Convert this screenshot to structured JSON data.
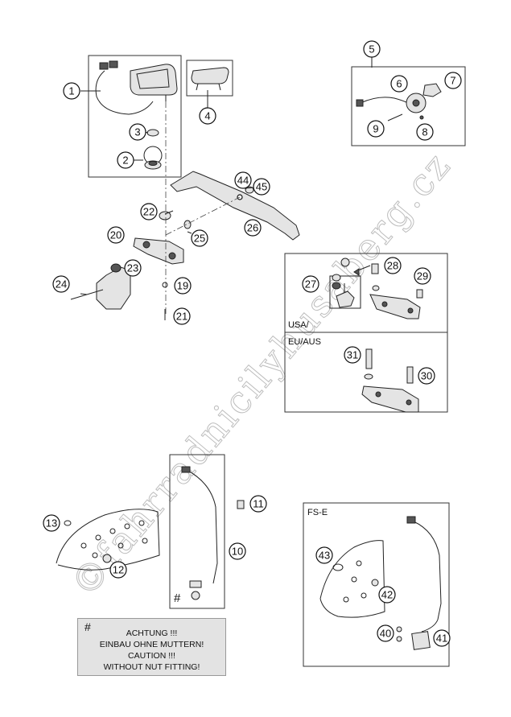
{
  "callouts": [
    "1",
    "2",
    "3",
    "4",
    "5",
    "6",
    "7",
    "8",
    "9",
    "10",
    "11",
    "12",
    "13",
    "19",
    "20",
    "21",
    "22",
    "23",
    "24",
    "25",
    "26",
    "27",
    "28",
    "29",
    "30",
    "31",
    "40",
    "41",
    "42",
    "43",
    "44",
    "45"
  ],
  "labels": {
    "usa": "USA/",
    "eu_aus": "EU/AUS",
    "fs_e": "FS-E",
    "hash_mark": "#"
  },
  "caution": {
    "hash": "#",
    "line1": "ACHTUNG !!!",
    "line2": "EINBAU OHNE MUTTERN!",
    "line3": "CAUTION !!!",
    "line4": "WITHOUT NUT FITTING!"
  },
  "watermark": "©fahrradnicilyhusaberg.cz"
}
